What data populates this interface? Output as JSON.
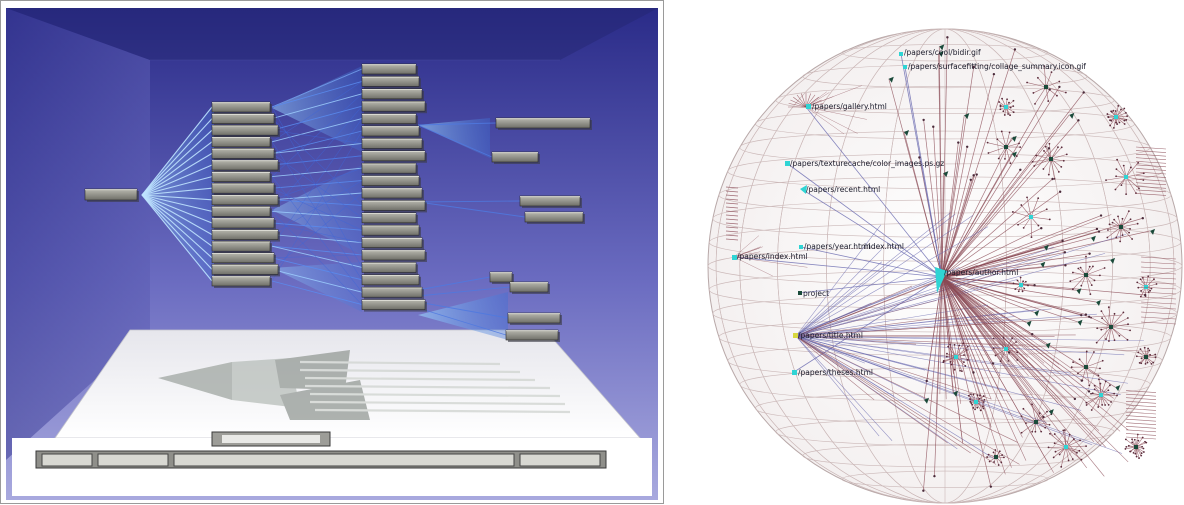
{
  "cone_tree": {
    "root_label": "",
    "level1_labels": [],
    "level2_labels": [],
    "level3_labels": [],
    "viewer_label": "",
    "toolbar": {
      "first_label": "",
      "second_label": "",
      "third_label": "",
      "last_label": ""
    }
  },
  "hyperbolic_sphere": {
    "labels": {
      "cool_bidir": "/papers/cool/bidir.gif",
      "surfacefitting": "/papers/surfacefitting/collage_summary.icon.gif",
      "gallery": "/papers/gallery.html",
      "texturecache": "/papers/texturecache/color_images.ps.gz",
      "recent": "/papers/recent.html",
      "year": "/papers/year.html",
      "index_a": "index.html",
      "index_b": "/papers/index.html",
      "author": "/papers/author.html",
      "project": "project",
      "title": "/papers/title.html",
      "theses": "/papers/theses.html"
    },
    "colors": {
      "edge_to_hub": "#6a6ab0",
      "edge_outer": "#8a4a55",
      "node_cyan": "#2fd4d4",
      "node_dark": "#1a4a3a",
      "grid": "#cbb8b8"
    }
  }
}
